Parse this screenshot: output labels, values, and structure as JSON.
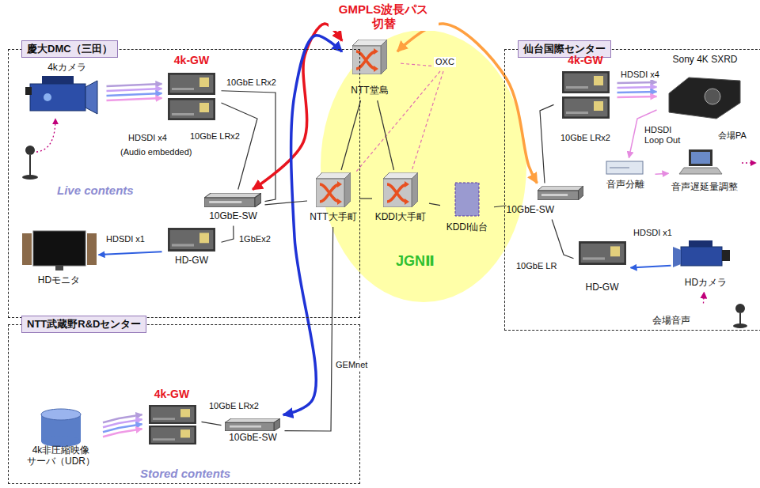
{
  "diagram": {
    "nodes": [
      {
        "text": [
          "慶大DMC（三田）"
        ]
      },
      {
        "text": [
          "4kカメラ"
        ],
        "in": 0
      },
      {
        "text": [
          "4k-GW"
        ],
        "in": 0
      },
      {
        "text": [
          "10GbE-SW"
        ],
        "in": 0
      },
      {
        "text": [
          "HD-GW"
        ],
        "in": 0
      },
      {
        "text": [
          "HDモニタ"
        ],
        "in": 0
      },
      {
        "text": [
          "NTT武蔵野R&Dセンター"
        ]
      },
      {
        "text": [
          "4k非圧縮映像 サーバ（UDR）"
        ],
        "in": 6
      },
      {
        "text": [
          "4k-GW"
        ],
        "in": 6
      },
      {
        "text": [
          "10GbE-SW"
        ],
        "in": 6
      },
      {
        "text": [
          "JGNⅡ"
        ]
      },
      {
        "text": [
          "NTT堂島"
        ],
        "in": 10
      },
      {
        "text": [
          "NTT大手町"
        ],
        "in": 10
      },
      {
        "text": [
          "KDDI大手町"
        ],
        "in": 10
      },
      {
        "text": [
          "KDDI仙台"
        ],
        "in": 10
      },
      {
        "text": [
          "仙台国際センター"
        ]
      },
      {
        "text": [
          "4k-GW"
        ],
        "in": 15
      },
      {
        "text": [
          "Sony 4K SXRD"
        ],
        "in": 15
      },
      {
        "text": [
          "音声分離"
        ],
        "in": 15
      },
      {
        "text": [
          "音声遅延量調整"
        ],
        "in": 15
      },
      {
        "text": [
          "10GbE-SW"
        ],
        "in": 15
      },
      {
        "text": [
          "HD-GW"
        ],
        "in": 15
      },
      {
        "text": [
          "HDカメラ"
        ],
        "in": 15
      },
      {
        "text": [
          "会場音声"
        ],
        "in": 15
      }
    ],
    "edges": [
      {
        "from": 1,
        "to": 2,
        "arrow": "to",
        "label": "HDSDI x4"
      },
      {
        "from": 2,
        "to": 3,
        "arrow": "none",
        "label": "10GbE LRx2"
      },
      {
        "from": 2,
        "to": 3,
        "arrow": "none",
        "label": "10GbE LRx2"
      },
      {
        "from": 4,
        "to": 3,
        "arrow": "none",
        "label": "1GbEx2"
      },
      {
        "from": 4,
        "to": 5,
        "arrow": "to",
        "label": "HDSDI x1"
      },
      {
        "from": 3,
        "to": 11,
        "arrow": "both"
      },
      {
        "from": 9,
        "to": 11,
        "arrow": "both"
      },
      {
        "from": 11,
        "to": 20,
        "arrow": "both"
      },
      {
        "from": 3,
        "to": 12,
        "arrow": "none"
      },
      {
        "from": 12,
        "to": 11,
        "arrow": "none"
      },
      {
        "from": 13,
        "to": 11,
        "arrow": "none"
      },
      {
        "from": 12,
        "to": 13,
        "arrow": "none"
      },
      {
        "from": 13,
        "to": 14,
        "arrow": "none"
      },
      {
        "from": 14,
        "to": 20,
        "arrow": "none"
      },
      {
        "from": 12,
        "to": 9,
        "arrow": "none",
        "label": "GEMnet"
      },
      {
        "from": 7,
        "to": 8,
        "arrow": "to"
      },
      {
        "from": 8,
        "to": 9,
        "arrow": "none",
        "label": "10GbE LRx2"
      },
      {
        "from": 20,
        "to": 16,
        "arrow": "none",
        "label": "10GbE LRx2"
      },
      {
        "from": 16,
        "to": 17,
        "arrow": "to",
        "label": "HDSDI x4"
      },
      {
        "from": 17,
        "to": 18,
        "arrow": "to",
        "label": "HDSDI Loop Out"
      },
      {
        "from": 18,
        "to": 19,
        "arrow": "to"
      },
      {
        "from": 20,
        "to": 21,
        "arrow": "none",
        "label": "10GbE LR"
      },
      {
        "from": 22,
        "to": 21,
        "arrow": "to",
        "label": "HDSDI x1"
      },
      {
        "from": 23,
        "to": 22,
        "arrow": "to"
      }
    ],
    "labels": [
      "GMPLS波長パス 切替",
      "OXC",
      "Live contents",
      "Stored contents",
      "(Audio embedded)",
      "会場PA"
    ]
  }
}
